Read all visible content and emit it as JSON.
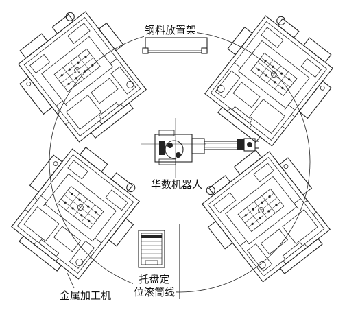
{
  "labels": {
    "rack": "钢料放置架",
    "robot": "华数机器人",
    "pallet": "托盘定\n位滚筒线",
    "machine": "金属加工机"
  }
}
